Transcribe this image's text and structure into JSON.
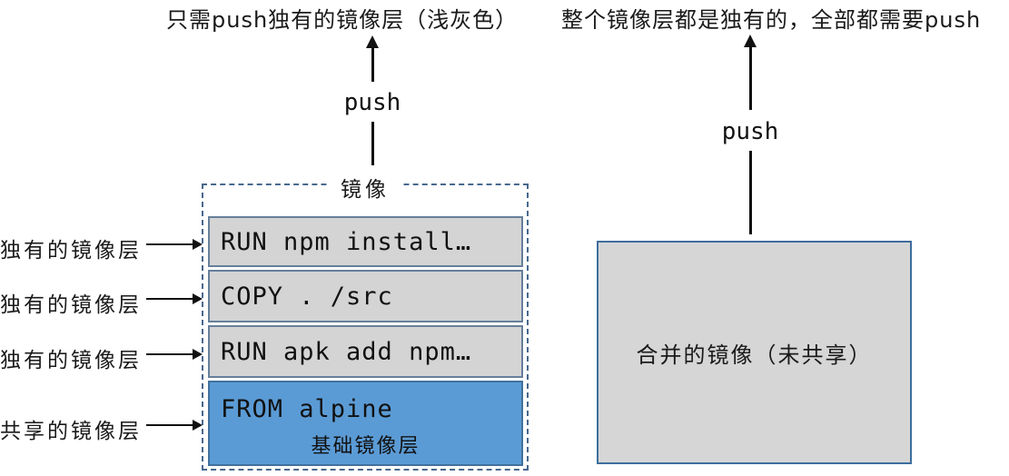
{
  "captions": {
    "left": "只需push独有的镜像层（浅灰色）",
    "right": "整个镜像层都是独有的，全部都需要push"
  },
  "push": {
    "left": "push",
    "right": "push"
  },
  "image_box": {
    "title": "镜像",
    "layers": [
      {
        "text": "RUN npm install…",
        "type": "unique"
      },
      {
        "text": "COPY . /src",
        "type": "unique"
      },
      {
        "text": "RUN apk add npm…",
        "type": "unique"
      },
      {
        "text": "FROM alpine",
        "sub": "基础镜像层",
        "type": "shared"
      }
    ]
  },
  "side_labels": [
    "独有的镜像层",
    "独有的镜像层",
    "独有的镜像层",
    "共享的镜像层"
  ],
  "merged_box": {
    "label": "合并的镜像（未共享）"
  },
  "colors": {
    "shared_layer_fill": "#5B9BD5",
    "shared_layer_border": "#41719C",
    "unique_layer_fill": "#D4D4D4",
    "unique_layer_border": "#667F9B",
    "merged_fill": "#D6D6D6",
    "merged_border": "#3E6E9E",
    "dashed_border": "#48698E",
    "arrow": "#111111"
  }
}
